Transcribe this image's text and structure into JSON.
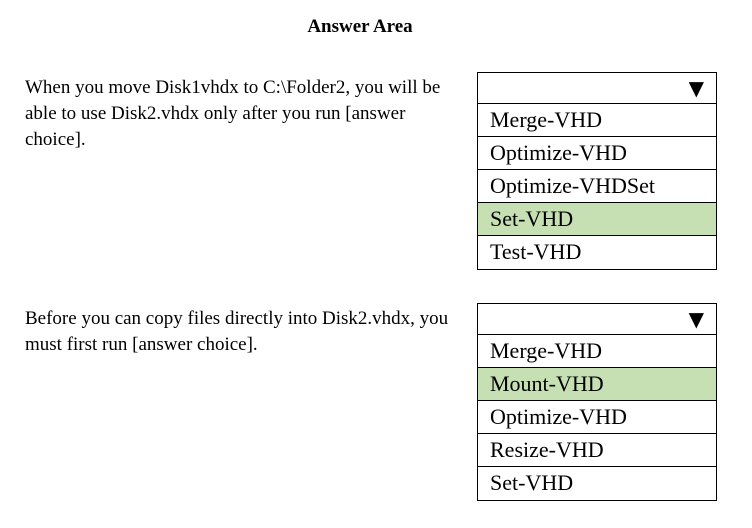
{
  "title": "Answer Area",
  "questions": [
    {
      "text": "When you move Disk1vhdx to C:\\Folder2, you will be able to use Disk2.vhdx only after you run [answer choice].",
      "dropdown_arrow": "▼",
      "selected_index": 3,
      "options": [
        "Merge-VHD",
        "Optimize-VHD",
        "Optimize-VHDSet",
        "Set-VHD",
        "Test-VHD"
      ]
    },
    {
      "text": "Before you can copy files directly into Disk2.vhdx, you must first run [answer choice].",
      "dropdown_arrow": "▼",
      "selected_index": 1,
      "options": [
        "Merge-VHD",
        "Mount-VHD",
        "Optimize-VHD",
        "Resize-VHD",
        "Set-VHD"
      ]
    }
  ],
  "colors": {
    "selected_highlight": "#c6e0b4",
    "border": "#000000"
  },
  "icons": {
    "dropdown_arrow": "triangle-down-icon"
  }
}
